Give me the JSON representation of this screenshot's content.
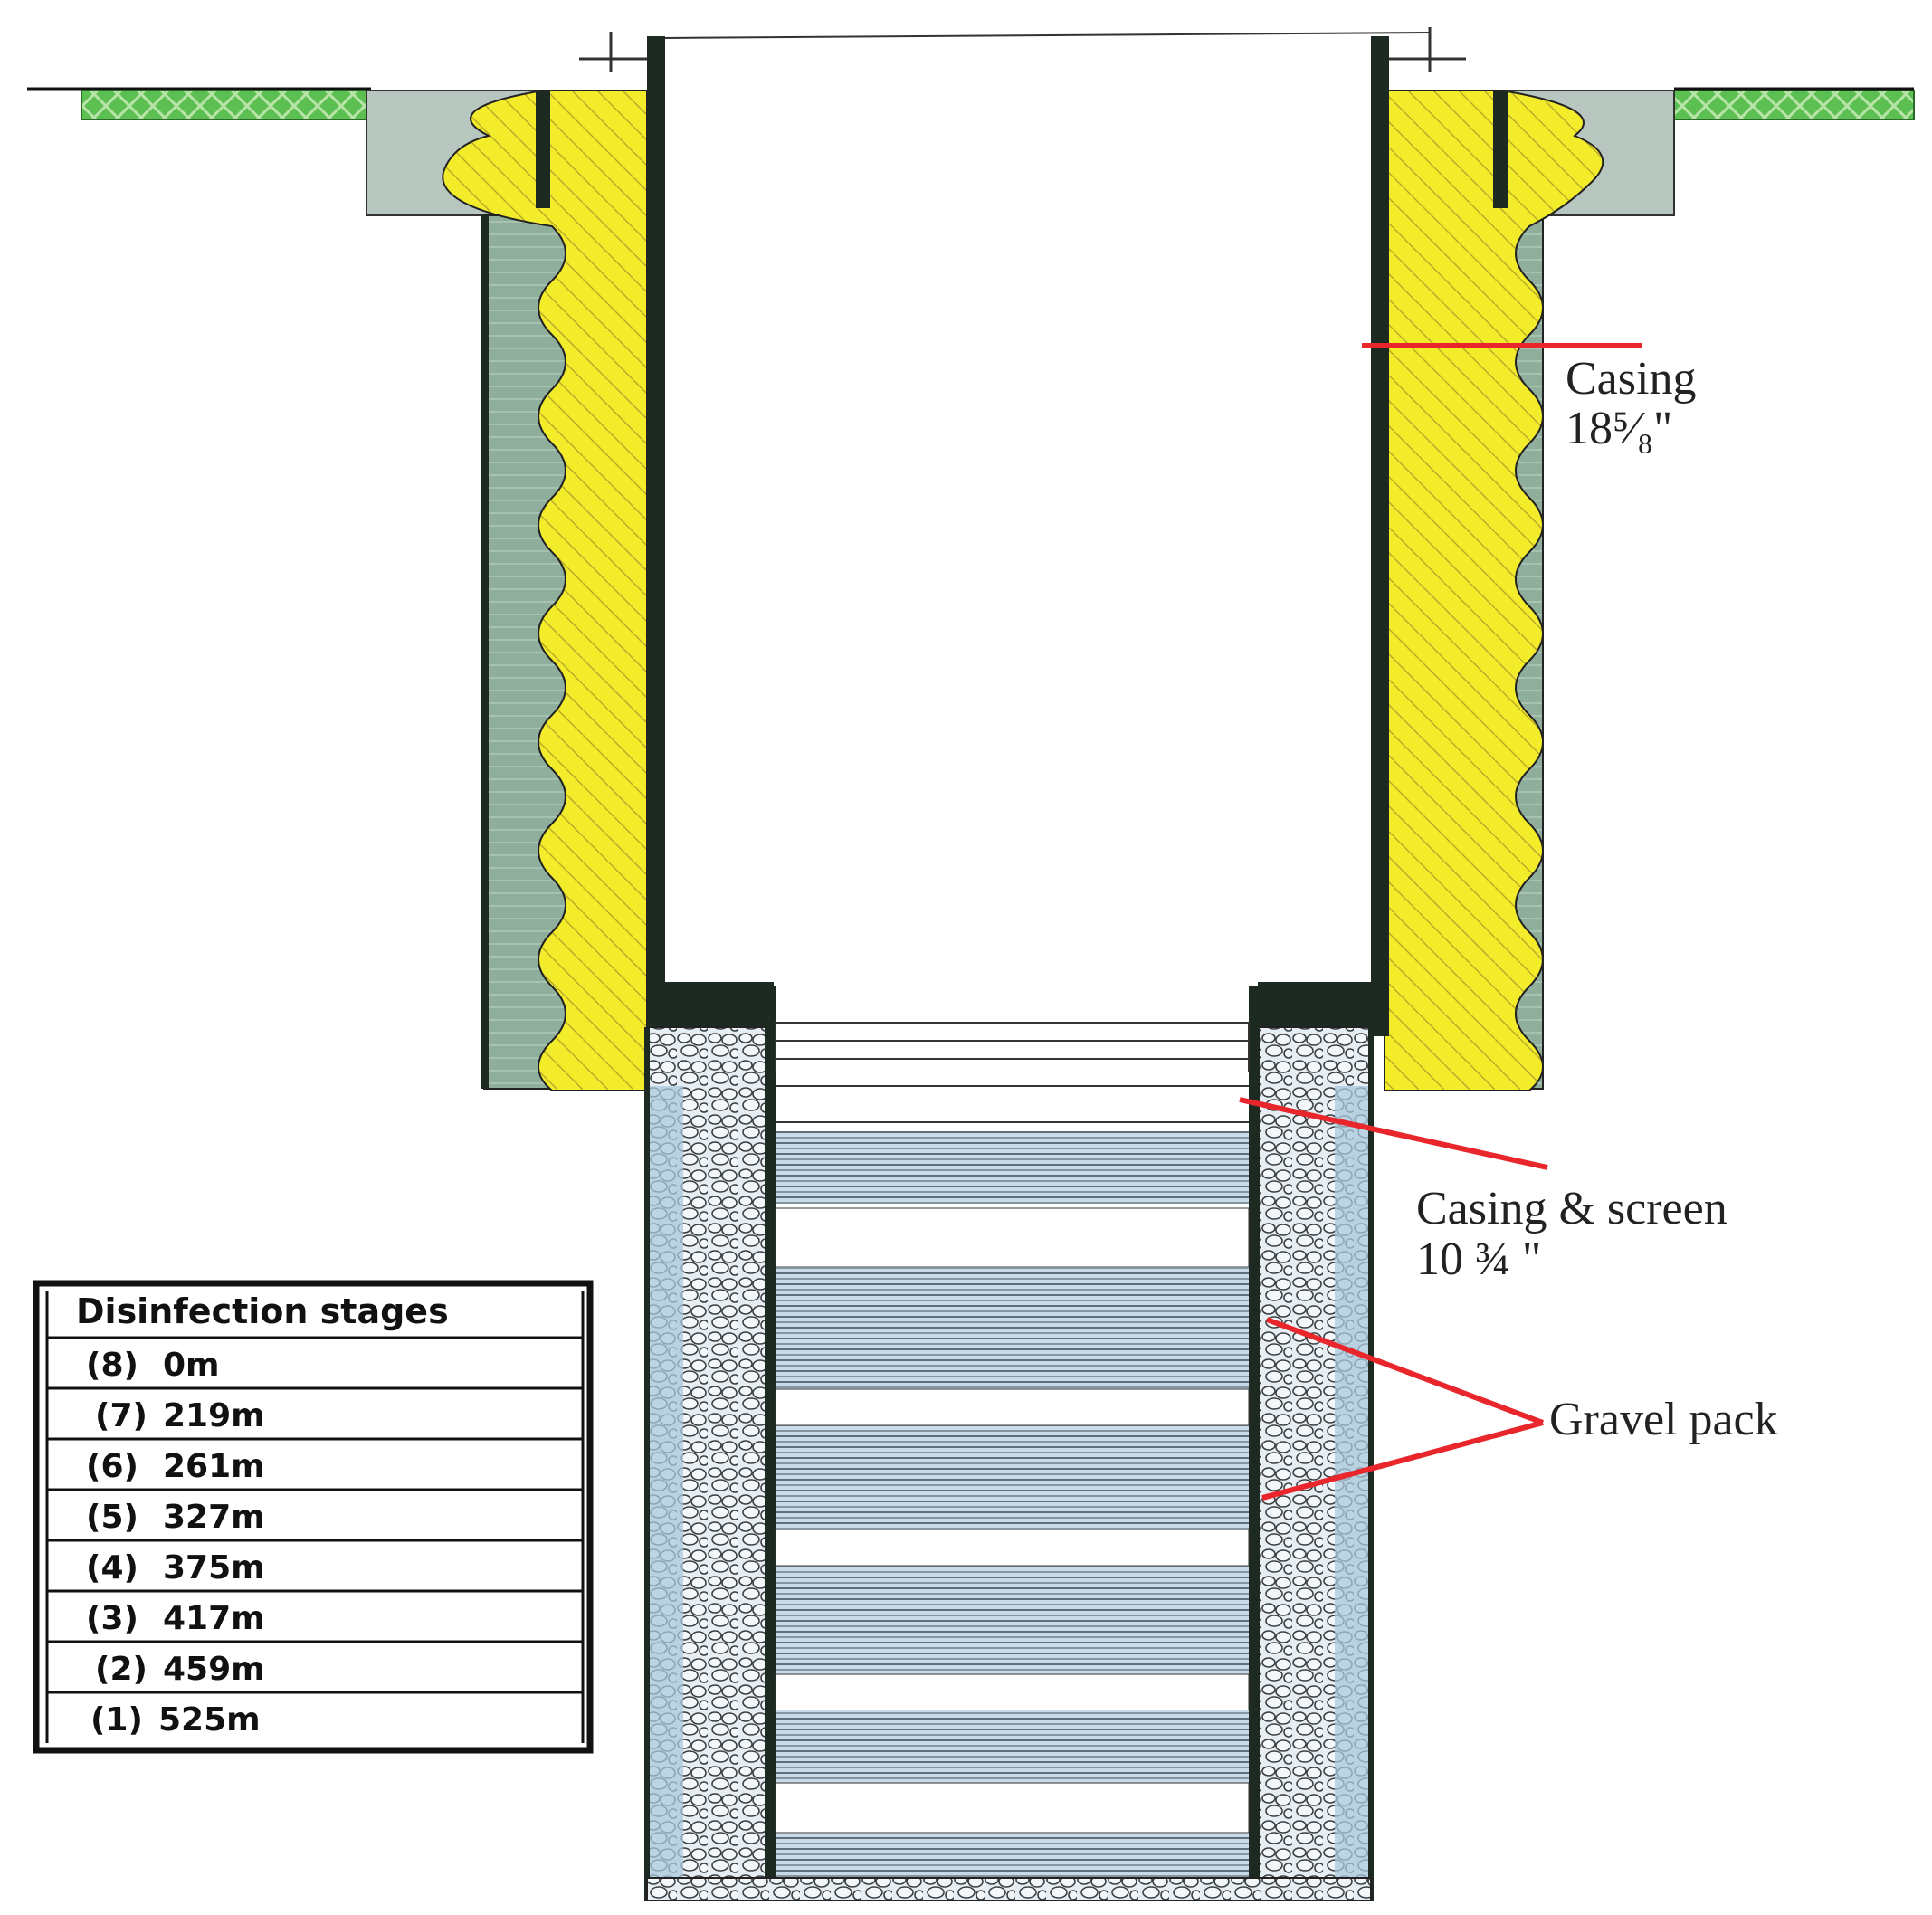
{
  "labels": {
    "casing_outer_name": "Casing",
    "casing_outer_size": "18⁵⁄₈\"",
    "casing_inner_name": "Casing & screen",
    "casing_inner_size": "10 ¾ \"",
    "gravel_pack": "Gravel pack"
  },
  "stage_table": {
    "title": "Disinfection stages",
    "rows": [
      {
        "num": "(8)",
        "depth": "0m"
      },
      {
        "num": "(7)",
        "depth": "219m"
      },
      {
        "num": "(6)",
        "depth": "261m"
      },
      {
        "num": "(5)",
        "depth": "327m"
      },
      {
        "num": "(4)",
        "depth": "375m"
      },
      {
        "num": "(3)",
        "depth": "417m"
      },
      {
        "num": "(2)",
        "depth": "459m"
      },
      {
        "num": "(1)",
        "depth": "525m"
      }
    ]
  },
  "colors": {
    "annotation_line": "#e8262b",
    "yellow_fill": "#f3ec2a",
    "grout_green": "#8fae9b",
    "ground_green": "#4fb84a",
    "screen_blue": "#b9d2e6",
    "gravel_blue": "#a9c8dc",
    "steel": "#1c2a22"
  }
}
